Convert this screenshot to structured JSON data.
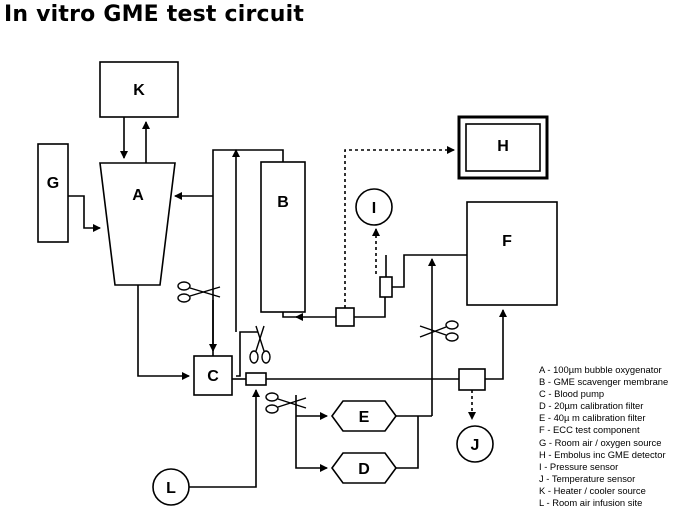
{
  "title": "In vitro GME test circuit",
  "components": {
    "A": "A",
    "B": "B",
    "C": "C",
    "D": "D",
    "E": "E",
    "F": "F",
    "G": "G",
    "H": "H",
    "I": "I",
    "J": "J",
    "K": "K",
    "L": "L"
  },
  "legend": [
    "A - 100µm bubble oxygenator",
    "B - GME scavenger membrane",
    "C - Blood pump",
    "D - 20µm calibration filter",
    "E - 40µ m calibration filter",
    "F - ECC test component",
    "G - Room air / oxygen source",
    "H - Embolus inc GME detector",
    "I - Pressure sensor",
    "J - Temperature sensor",
    "K - Heater / cooler source",
    "L - Room air infusion site"
  ]
}
